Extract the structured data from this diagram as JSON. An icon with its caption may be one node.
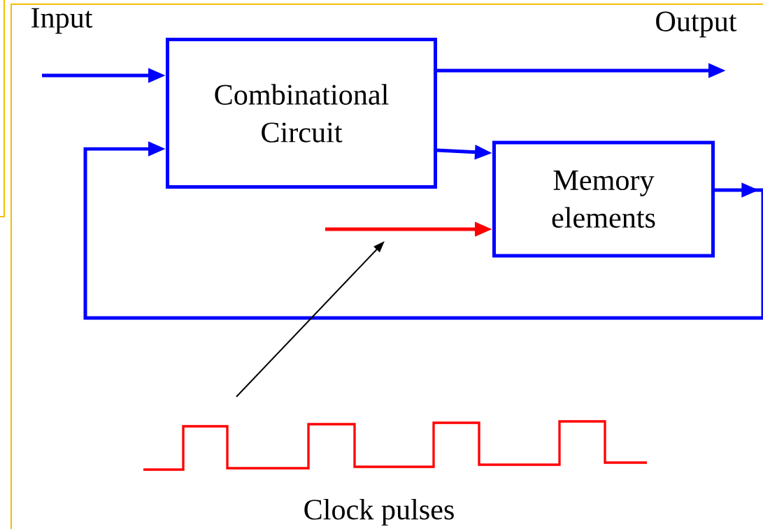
{
  "diagram": {
    "nodes": [
      {
        "text": [
          "Combinational Circuit"
        ]
      },
      {
        "text": [
          "Memory elements"
        ]
      },
      {
        "text": [],
        "shape": "waveform"
      }
    ],
    "edges": [
      {
        "from": null,
        "to": 0,
        "arrow": "to"
      },
      {
        "from": 0,
        "to": null,
        "arrow": "to"
      },
      {
        "from": 0,
        "to": 1,
        "arrow": "to"
      },
      {
        "from": 1,
        "to": 0,
        "arrow": "to"
      },
      {
        "from": null,
        "to": 1,
        "arrow": "to",
        "color": "#ff0000"
      },
      {
        "from": 2,
        "to": null,
        "arrow": "to",
        "color": "#000000"
      }
    ],
    "labels": [
      "Input",
      "Output",
      "Clock pulses"
    ]
  }
}
